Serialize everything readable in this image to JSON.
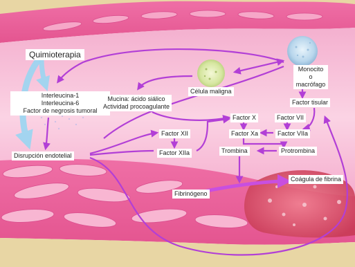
{
  "labels": {
    "quimioterapia": "Quimioterapia",
    "monocito": "Monocito o macrófago",
    "celula_maligna": "Célula maligna",
    "interleucina1": "Interleucina-1",
    "interleucina6": "Interleucina-6",
    "tnf": "Factor de negrosis tumoral",
    "mucina": "Mucina: ácido siálico",
    "actividad": "Actividad procoagulante",
    "factor_tisular": "Factor tisular",
    "factor_x": "Factor X",
    "factor_vii": "Factor VII",
    "factor_xa": "Factor Xa",
    "factor_viia": "Factor VIIa",
    "factor_xii": "Factor XII",
    "factor_xiia": "Factor XIIa",
    "trombina": "Trombina",
    "protrombina": "Protrombina",
    "disrupcion": "Disrupción endotelial",
    "fibrinogeno": "Fibrinógeno",
    "coagulo": "Coágula de fibrina"
  },
  "colors": {
    "vessel_outer": "#ead9a6",
    "vessel_wall": "#f2a6c8",
    "lumen": "#f7c0da",
    "arrow": "#b23fd6",
    "chemo_arrow": "#8fd0ef",
    "clot": "#e05a6a"
  },
  "icons": [
    "monocyte-cell-icon",
    "malignant-cell-icon",
    "endothelial-cell-icon",
    "fibrin-clot-icon"
  ]
}
